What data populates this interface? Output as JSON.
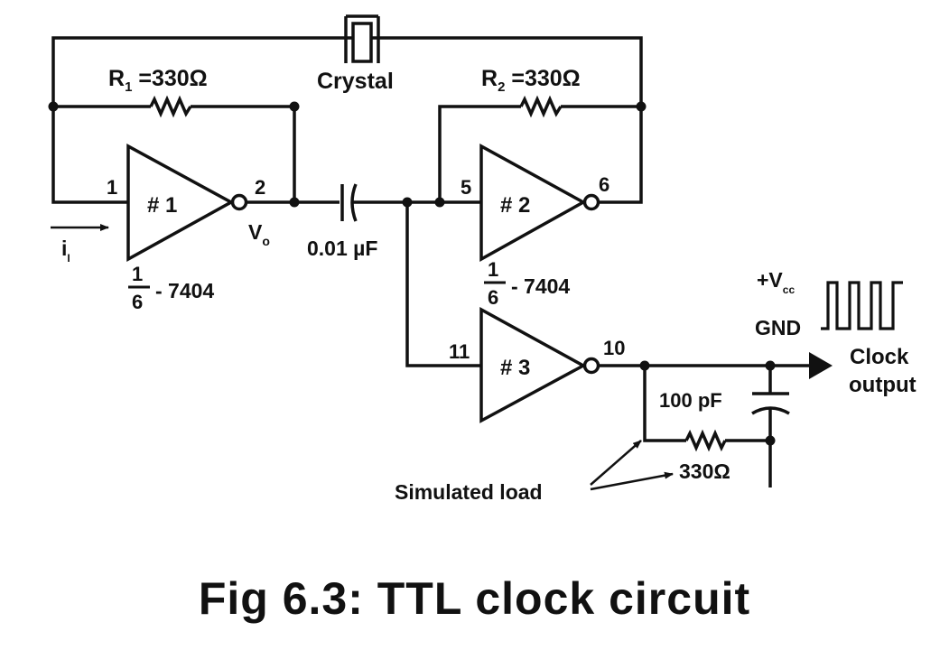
{
  "labels": {
    "r1": "R",
    "r1_sub": "1",
    "r1_value": " =330Ω",
    "r2": "R",
    "r2_sub": "2",
    "r2_value": " =330Ω",
    "crystal": "Crystal",
    "pin1": "1",
    "pin2": "2",
    "pin5": "5",
    "pin6": "6",
    "pin10": "10",
    "pin11": "11",
    "gate1": "# 1",
    "gate2": "# 2",
    "gate3": "# 3",
    "vo": "V",
    "vo_sub": "o",
    "ii": "i",
    "ii_sub": "I",
    "capacitor": "0.01 µF",
    "frac1_num": "1",
    "frac1_den": "6",
    "frac1_part": "- 7404",
    "frac2_num": "1",
    "frac2_den": "6",
    "frac2_part": "- 7404",
    "vcc": "+V",
    "vcc_sub": "cc",
    "gnd": "GND",
    "clock": "Clock",
    "output": "output",
    "cap100": "100 pF",
    "res330": "330Ω",
    "simulated_load": "Simulated load"
  },
  "caption": "Fig 6.3: TTL clock circuit",
  "colors": {
    "ink": "#111111",
    "background": "#ffffff"
  }
}
